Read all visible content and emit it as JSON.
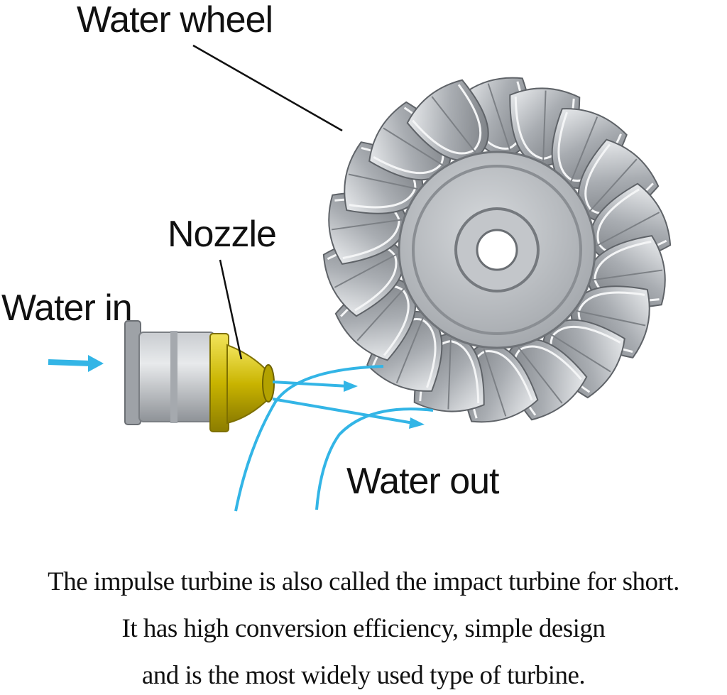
{
  "labels": {
    "water_wheel": "Water wheel",
    "nozzle": "Nozzle",
    "water_in": "Water in",
    "water_out": "Water out"
  },
  "caption": {
    "line1": "The impulse turbine is also called the impact turbine for short.",
    "line2": "It has high conversion efficiency, simple design",
    "line3": "and is the most widely used type of turbine."
  },
  "colors": {
    "water": "#33b5e6",
    "metal": "#b8bcc0",
    "metal_dark": "#7d8186",
    "brass": "#d4c200"
  }
}
